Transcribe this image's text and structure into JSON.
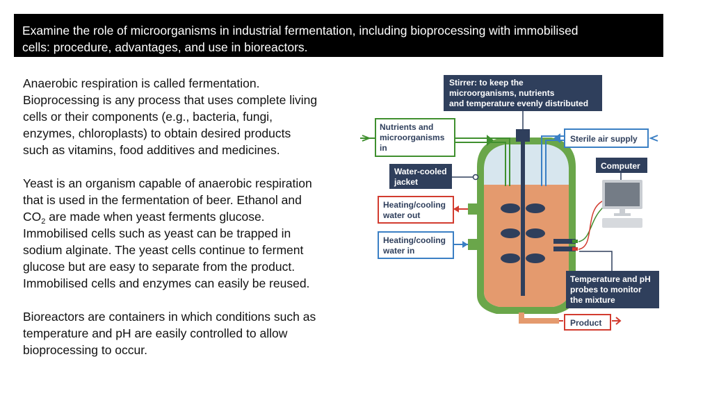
{
  "title": {
    "line1": "Examine the role of microorganisms in industrial fermentation, including bioprocessing with immobilised",
    "line2": "cells: procedure, advantages, and use in bioreactors."
  },
  "paragraphs": {
    "p1": [
      "Anaerobic respiration is called fermentation.",
      "Bioprocessing is any process that uses complete living",
      "cells or their components (e.g., bacteria, fungi,",
      "enzymes, chloroplasts) to obtain desired products",
      "such as vitamins, food additives and medicines."
    ],
    "p2": {
      "line1": "Yeast is an organism capable of anaerobic respiration",
      "line2": "that is used in the fermentation of beer. Ethanol and",
      "co2_prefix": "CO",
      "co2_sub": "2",
      "line3_rest": " are made when yeast ferments glucose.",
      "line4": "Immobilised cells such as yeast can be  trapped in",
      "line5": "sodium alginate. The yeast cells continue to ferment",
      "line6": "glucose but are easy to separate from the product.",
      "line7": "Immobilised cells and enzymes can easily be reused."
    },
    "p3": [
      "Bioreactors are containers in which conditions such as",
      "temperature and pH are easily controlled to allow",
      "bioprocessing to occur."
    ]
  },
  "diagram": {
    "labels": {
      "stirrer": [
        "Stirrer: to keep the",
        "microorganisms, nutrients",
        "and temperature evenly distributed"
      ],
      "nutrients": [
        "Nutrients and",
        "microorganisms",
        "in"
      ],
      "sterile_air": "Sterile air supply",
      "water_jacket": [
        "Water-cooled",
        "jacket"
      ],
      "computer": "Computer",
      "water_out": [
        "Heating/cooling",
        "water out"
      ],
      "water_in": [
        "Heating/cooling",
        "water in"
      ],
      "probes": [
        "Temperature and pH",
        "probes to monitor",
        "the mixture"
      ],
      "product": "Product"
    },
    "colors": {
      "dark_label": "#2f3f5c",
      "green": "#3f8f2e",
      "red": "#d23b2f",
      "blue": "#3a7fc4",
      "jacket": "#6aa64a",
      "liquid": "#e49a6e",
      "vessel_inner": "#d7e6ee"
    }
  }
}
